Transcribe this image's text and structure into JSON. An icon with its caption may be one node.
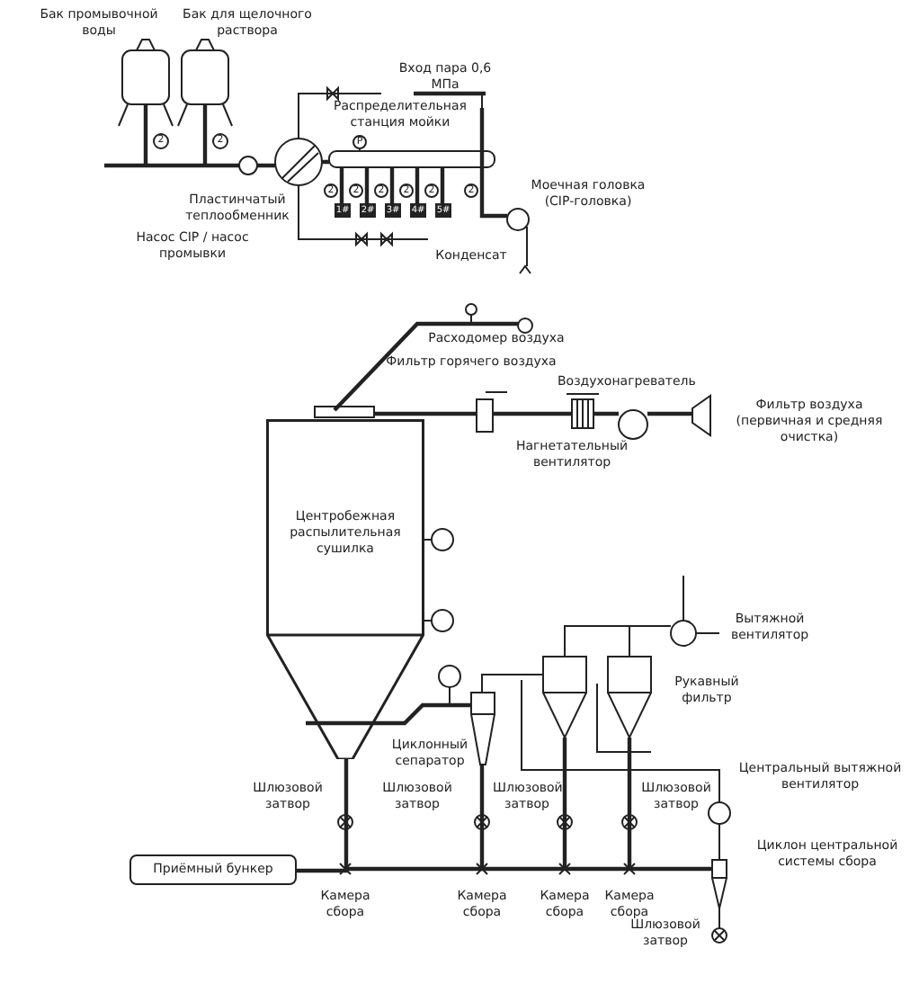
{
  "diagram": {
    "nodes": [
      {
        "text": [
          "Центробежная распылительная сушилка"
        ]
      },
      {
        "text": [
          "Приёмный бункер"
        ]
      }
    ],
    "edges": [
      {
        "from": 0,
        "to": 1,
        "arrow": "none"
      }
    ],
    "labels": [
      "Бак промывочной воды",
      "Бак для щелочного раствора",
      "Вход пара 0,6 МПа",
      "Распределительная станция мойки",
      "2",
      "2",
      "P",
      "2",
      "2",
      "2",
      "2",
      "2",
      "2",
      "1#",
      "2#",
      "3#",
      "4#",
      "5#",
      "Пластинчатый теплообменник",
      "Моечная головка (CIP-головка)",
      "Насос CIP / насос промывки",
      "Конденсат",
      "Расходомер воздуха",
      "Фильтр горячего воздуха",
      "Воздухонагреватель",
      "Фильтр воздуха (первичная и средняя очистка)",
      "Нагнетательный вентилятор",
      "Вытяжной вентилятор",
      "Рукавный фильтр",
      "Циклонный сепаратор",
      "Шлюзовой затвор",
      "Шлюзовой затвор",
      "Центральный вытяжной вентилятор",
      "Шлюзовой затвор",
      "Шлюзовой затвор",
      "Циклон центральной системы сбора",
      "Камера сбора",
      "Камера сбора",
      "Камера сбора",
      "Камера сбора",
      "Шлюзовой затвор"
    ]
  }
}
